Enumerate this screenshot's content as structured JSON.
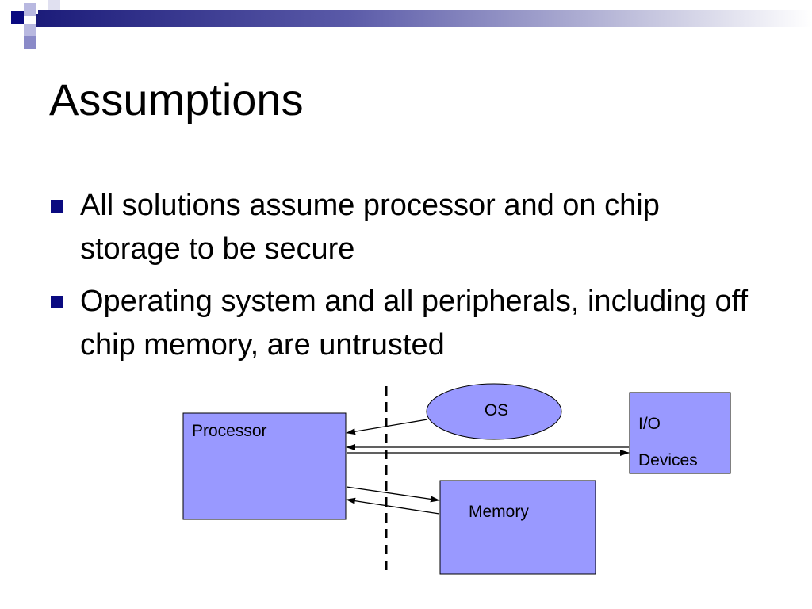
{
  "slide": {
    "title": "Assumptions",
    "bullets": [
      "All solutions assume processor and on chip storage to be secure",
      "Operating system and all peripherals, including off chip memory, are untrusted"
    ]
  },
  "diagram": {
    "processor_label": "Processor",
    "os_label": "OS",
    "io_label_line1": "I/O",
    "io_label_line2": "Devices",
    "memory_label": "Memory"
  },
  "colors": {
    "accent_navy": "#0a0a80",
    "box_fill": "#9999ff"
  }
}
